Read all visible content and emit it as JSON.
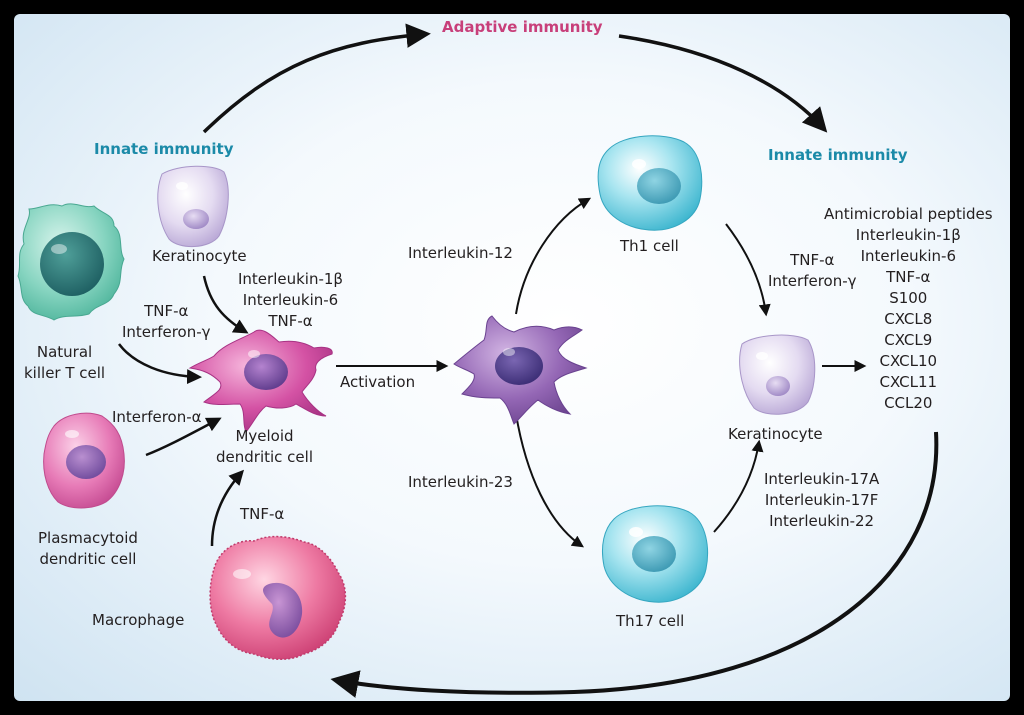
{
  "headers": {
    "adaptive": "Adaptive immunity",
    "innate_left": "Innate immunity",
    "innate_right": "Innate immunity"
  },
  "cells": {
    "keratinocyte_left": "Keratinocyte",
    "nkt_line1": "Natural",
    "nkt_line2": "killer T cell",
    "pdc_line1": "Plasmacytoid",
    "pdc_line2": "dendritic cell",
    "macrophage": "Macrophage",
    "mdc_line1": "Myeloid",
    "mdc_line2": "dendritic cell",
    "th1": "Th1 cell",
    "th17": "Th17 cell",
    "keratinocyte_right": "Keratinocyte"
  },
  "signals": {
    "kc_cytokines": [
      "Interleukin-1β",
      "Interleukin-6",
      "TNF-α"
    ],
    "nkt_cytokines": [
      "TNF-α",
      "Interferon-γ"
    ],
    "pdc_cytokine": "Interferon-α",
    "macrophage_cytokine": "TNF-α",
    "activation": "Activation",
    "il12": "Interleukin-12",
    "il23": "Interleukin-23",
    "th1_cytokines": [
      "TNF-α",
      "Interferon-γ"
    ],
    "th17_cytokines": [
      "Interleukin-17A",
      "Interleukin-17F",
      "Interleukin-22"
    ]
  },
  "outputs": [
    "Antimicrobial peptides",
    "Interleukin-1β",
    "Interleukin-6",
    "TNF-α",
    "S100",
    "CXCL8",
    "CXCL9",
    "CXCL10",
    "CXCL11",
    "CCL20"
  ],
  "colors": {
    "blue_header": "#1b8aa8",
    "pink_header": "#c83f7a",
    "keratinocyte": "#d9cdea",
    "nkt": "#6fc7b2",
    "pdc": "#e46fae",
    "macrophage": "#e8608f",
    "mdc": "#d14ba0",
    "activated_dc": "#8a5aa6",
    "th_cell": "#5dc5d8"
  }
}
